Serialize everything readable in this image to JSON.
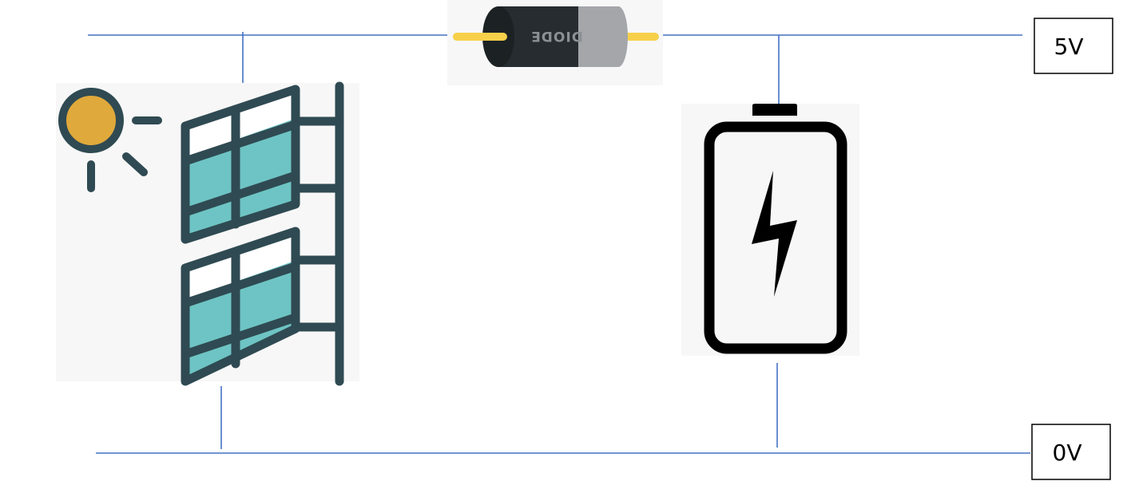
{
  "labels": {
    "top_rail": "5V",
    "bottom_rail": "0V",
    "diode_marking": "DIODE"
  },
  "colors": {
    "wire": "#4472c4",
    "panel_frame": "#2f4a52",
    "panel_cell": "#6ec4c4",
    "sun": "#e0a93b",
    "tile_bg": "#f7f7f7",
    "diode_body": "#262c30",
    "diode_band": "#a4a6aa",
    "diode_lead": "#f7d04a",
    "battery": "#000000"
  },
  "icons": {
    "solar": "solar-panel-with-sun-icon",
    "diode": "diode-component-icon",
    "battery": "battery-charging-icon"
  }
}
